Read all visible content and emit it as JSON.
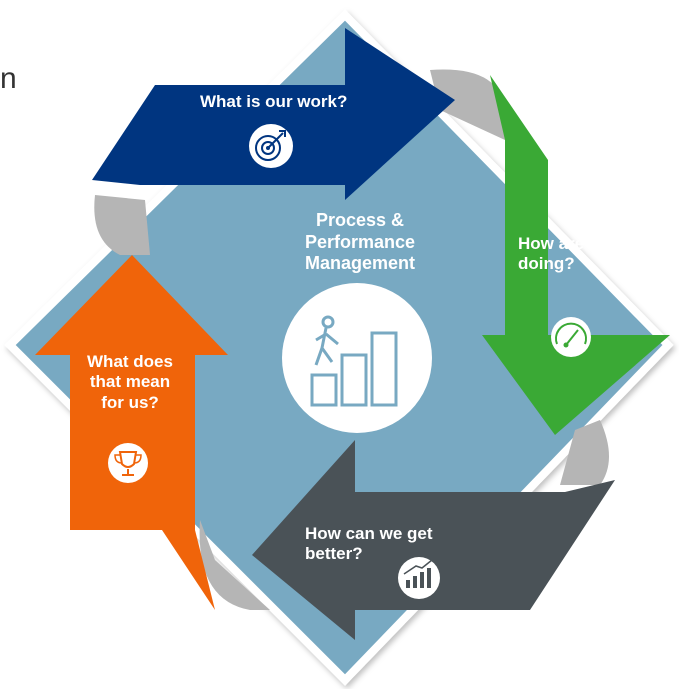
{
  "stray_text": "n",
  "center": {
    "title_lines": [
      "Process &",
      "Performance",
      "Management"
    ]
  },
  "steps": {
    "top": {
      "text": "What is our work?",
      "icon": "target-icon"
    },
    "right": {
      "text_lines": [
        "How are we",
        "doing?"
      ],
      "icon": "gauge-icon"
    },
    "bottom": {
      "text_lines": [
        "How can we get",
        "better?"
      ],
      "icon": "growth-chart-icon"
    },
    "left": {
      "text_lines": [
        "What does",
        "that mean",
        "for us?"
      ],
      "icon": "trophy-icon"
    }
  },
  "colors": {
    "diamond": "#78a9c2",
    "diamond_border": "#ffffff",
    "ribbon_shadow": "#b5b5b5",
    "top_arrow": "#003580",
    "right_arrow": "#3aa935",
    "bottom_arrow": "#4a5257",
    "left_arrow": "#f0640a"
  }
}
